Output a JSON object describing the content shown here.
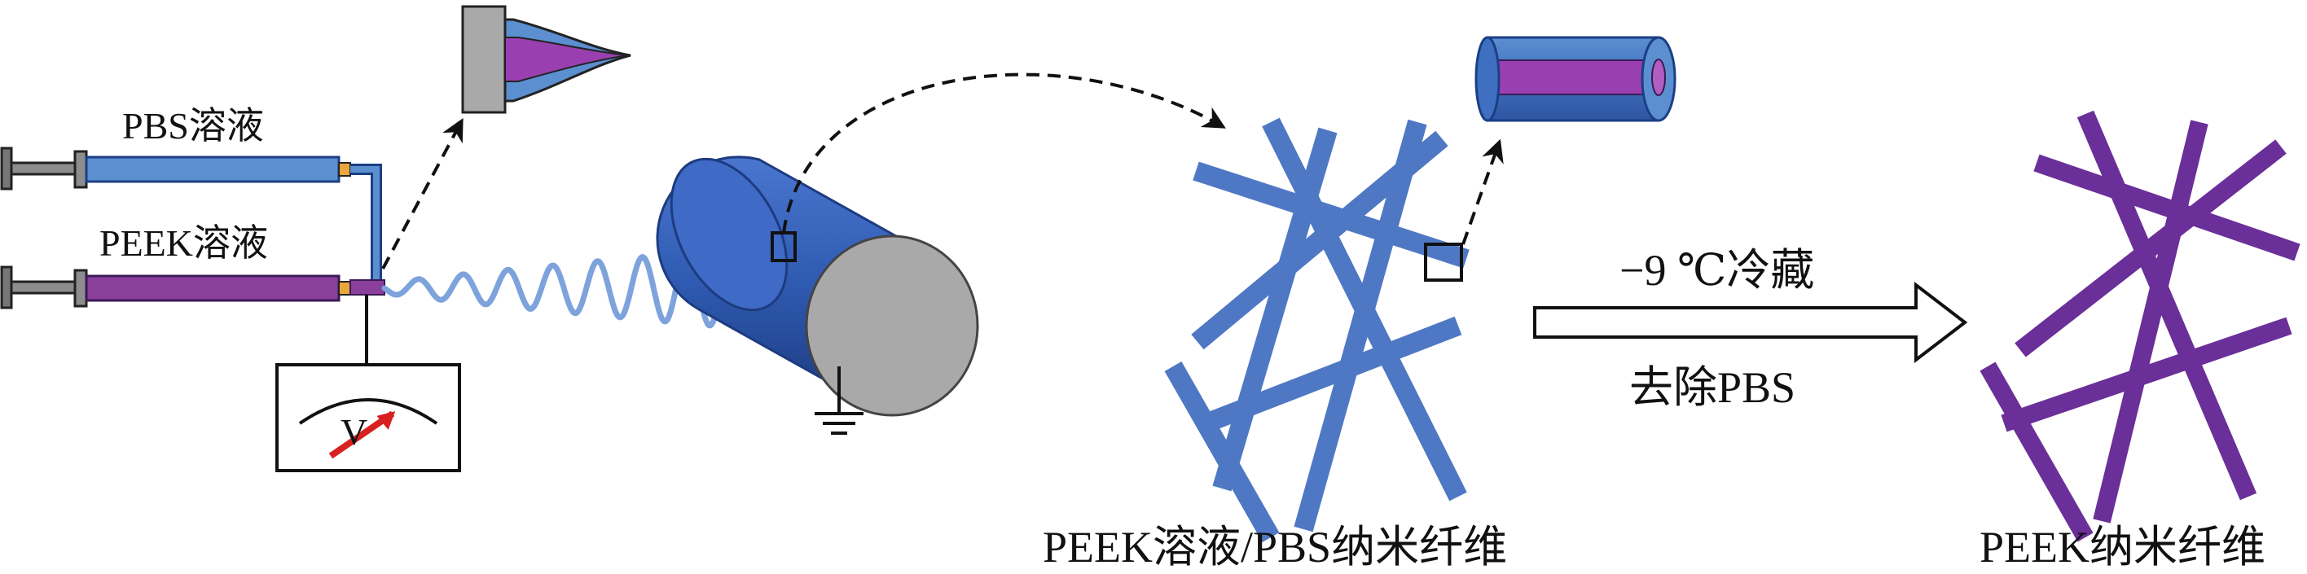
{
  "labels": {
    "pbs_solution": "PBS溶液",
    "peek_solution": "PEEK溶液",
    "voltmeter": "V",
    "refrigerate": "−9 ℃冷藏",
    "remove_pbs": "去除PBS",
    "composite_fiber": "PEEK溶液/PBS纳米纤维",
    "peek_fiber": "PEEK纳米纤维"
  },
  "colors": {
    "pbs_blue": "#5b8fd0",
    "peek_purple": "#8a3f9b",
    "fiber_blue": "#4f78c4",
    "fiber_purple": "#6a2f98",
    "collector_blue": "#2f5bb2",
    "collector_end": "#a9a9a9",
    "jet": "#7ea3dc"
  }
}
